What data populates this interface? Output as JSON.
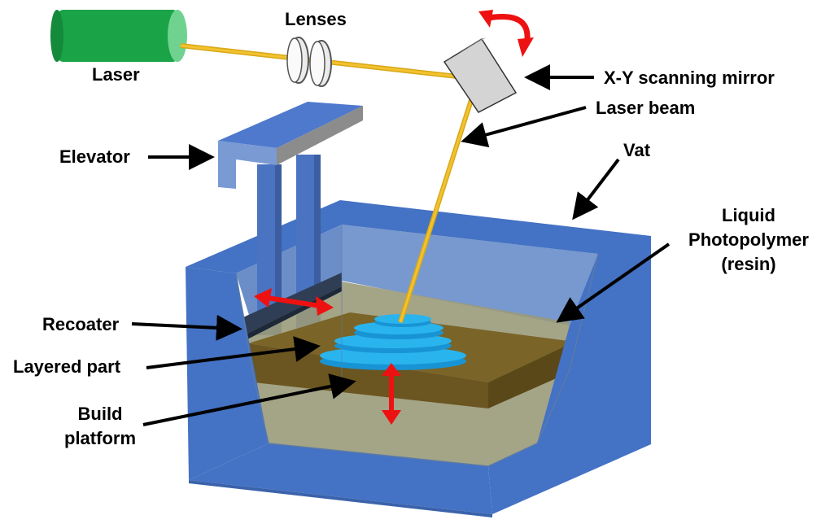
{
  "labels": {
    "laser": "Laser",
    "lenses": "Lenses",
    "mirror": "X-Y scanning mirror",
    "beam": "Laser beam",
    "elevator": "Elevator",
    "vat": "Vat",
    "resin_line1": "Liquid",
    "resin_line2": "Photopolymer",
    "resin_line3": "(resin)",
    "recoater": "Recoater",
    "part": "Layered part",
    "platform_line1": "Build",
    "platform_line2": "platform"
  },
  "colors": {
    "laser_body": "#1aa347",
    "laser_cap": "#6fd38f",
    "beam": "#f2c230",
    "vat_blue": "#4472c4",
    "elevator_blue": "#5b84c8",
    "resin": "#9a9a7a",
    "platform": "#6e5a24",
    "part": "#2ab4ee",
    "arrow_red": "#ee1111",
    "mirror_face": "#d4d4d4"
  }
}
